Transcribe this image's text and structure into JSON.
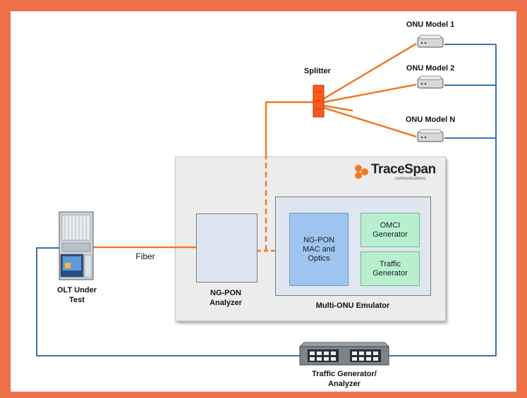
{
  "nodes": {
    "onu_1": "ONU  Model 1",
    "onu_2": "ONU  Model 2",
    "onu_n": "ONU  Model N",
    "splitter": "Splitter",
    "olt": "OLT Under\nTest",
    "fiber": "Fiber",
    "ngpon_analyzer": "NG-PON\nAnalyzer",
    "ngpon_mac": "NG-PON\nMAC and\nOptics",
    "omci_generator": "OMCI\nGenerator",
    "traffic_generator": "Traffic\nGenerator",
    "multi_onu_emulator": "Multi-ONU Emulator",
    "traffic_analyzer": "Traffic Generator/\nAnalyzer"
  },
  "logo": {
    "name": "TraceSpan",
    "tagline": "communications"
  },
  "colors": {
    "border": "#ee7048",
    "fiber": "#f07a28",
    "ethernet": "#3d6fb0",
    "mac_box": "#9ec5ef",
    "generator_box": "#b8f0cf",
    "emulator_box": "#ececec"
  }
}
